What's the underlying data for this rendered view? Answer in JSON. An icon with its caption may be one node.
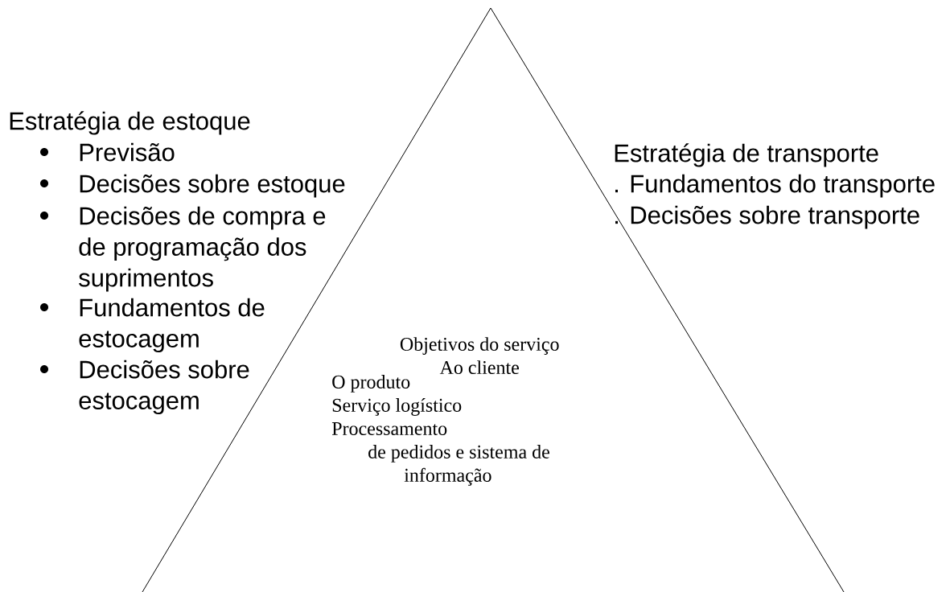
{
  "diagram": {
    "nodes": [
      {
        "text": [
          "Objetivos do serviço Ao cliente",
          "O produto",
          "Serviço logístico",
          "Processamento de pedidos e sistema de informação"
        ]
      }
    ],
    "labels": [
      "Estratégia de estoque",
      "Previsão",
      "Decisões sobre estoque",
      "Decisões de compra e de programação dos suprimentos",
      "Fundamentos de estocagem",
      "Decisões sobre estocagem",
      "Estratégia de transporte",
      ". Fundamentos do transporte",
      ". Decisões sobre transporte"
    ]
  }
}
